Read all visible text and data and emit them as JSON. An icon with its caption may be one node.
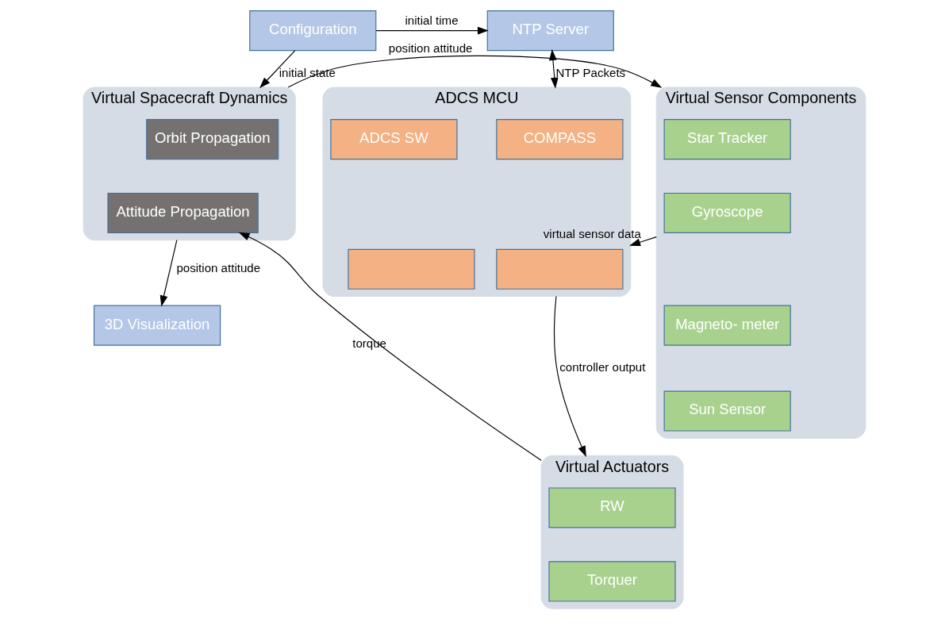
{
  "diagram": {
    "nodes": [
      {
        "text": [
          "Configuration"
        ]
      },
      {
        "text": [
          "NTP Server"
        ]
      },
      {
        "text": [
          "Virtual Spacecraft Dynamics"
        ]
      },
      {
        "text": [
          "Orbit Propagation"
        ],
        "in": 2
      },
      {
        "text": [
          "Attitude Propagation"
        ],
        "in": 2
      },
      {
        "text": [
          "Virtual Sensor Components"
        ]
      },
      {
        "text": [
          "Star Tracker"
        ],
        "in": 5
      },
      {
        "text": [
          "Gyroscope"
        ],
        "in": 5
      },
      {
        "text": [
          "Magneto- meter"
        ],
        "in": 5
      },
      {
        "text": [
          "Sun Sensor"
        ],
        "in": 5
      },
      {
        "text": [
          "ADCS MCU"
        ]
      },
      {
        "text": [
          "COMPASS"
        ],
        "in": 10
      },
      {
        "text": [
          "ADCS SW"
        ],
        "in": 10
      },
      {
        "text": [],
        "shape": "box",
        "in": 10
      },
      {
        "text": [],
        "shape": "box",
        "in": 10
      },
      {
        "text": [
          "3D Visualization"
        ]
      },
      {
        "text": [
          "Virtual Actuators"
        ]
      },
      {
        "text": [
          "RW"
        ],
        "in": 16
      },
      {
        "text": [
          "Torquer"
        ],
        "in": 16
      }
    ],
    "edges": [
      {
        "from": 0,
        "to": 1,
        "arrow": "to",
        "label": "initial time"
      },
      {
        "from": 0,
        "to": 2,
        "arrow": "to",
        "label": "initial state"
      },
      {
        "from": 1,
        "to": 10,
        "arrow": "both",
        "label": "NTP Packets"
      },
      {
        "from": 2,
        "to": 5,
        "arrow": "to",
        "label": "position attitude"
      },
      {
        "from": 5,
        "to": 10,
        "arrow": "to",
        "label": "virtual sensor data"
      },
      {
        "from": 2,
        "to": 15,
        "arrow": "to",
        "label": "position attitude"
      },
      {
        "from": 10,
        "to": 16,
        "arrow": "to",
        "label": "controller output"
      },
      {
        "from": 16,
        "to": 4,
        "arrow": "to",
        "label": "torque"
      }
    ]
  }
}
